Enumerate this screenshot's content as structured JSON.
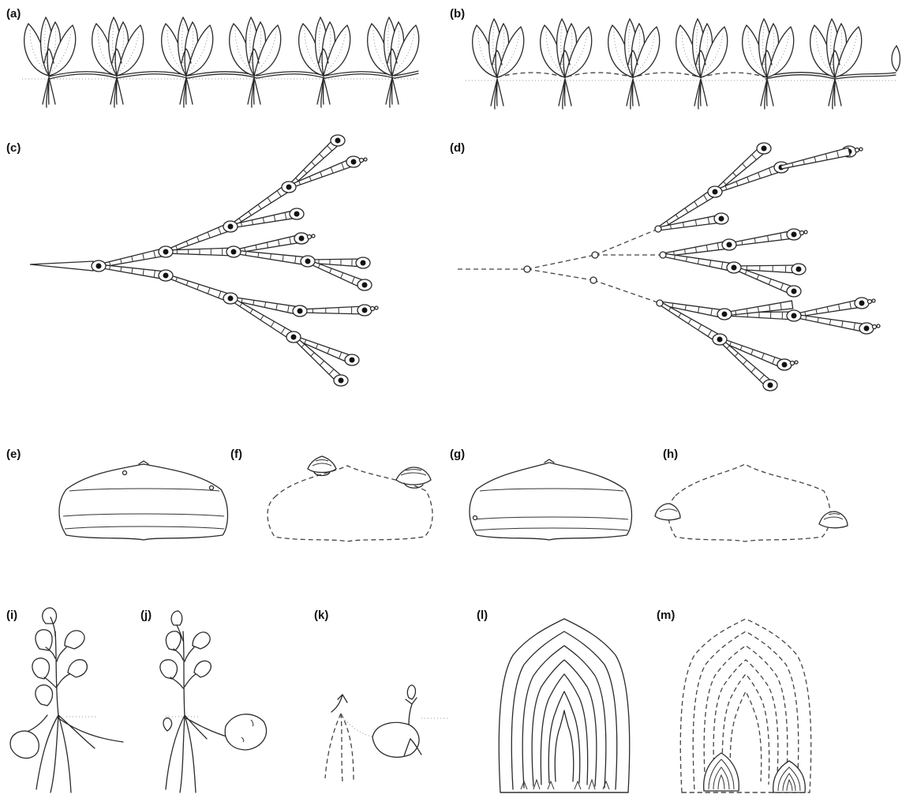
{
  "panels": {
    "a": "(a)",
    "b": "(b)",
    "c": "(c)",
    "d": "(d)",
    "e": "(e)",
    "f": "(f)",
    "g": "(g)",
    "h": "(h)",
    "i": "(i)",
    "j": "(j)",
    "k": "(k)",
    "l": "(l)",
    "m": "(m)"
  }
}
